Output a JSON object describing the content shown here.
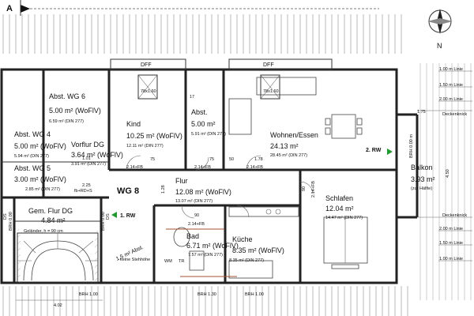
{
  "section_marker": "A",
  "north_label": "N",
  "unit_label": "WG 8",
  "dff_labels": [
    "DFF",
    "DFF"
  ],
  "roof_windows": [
    "78x1.60",
    "78x1.60"
  ],
  "rooms": [
    {
      "id": "abst-wg6",
      "name": "Abst. WG 6",
      "area": "5.00 m² (WoFlV)",
      "din": "6.59 m² (DIN 277)"
    },
    {
      "id": "kind",
      "name": "Kind",
      "area": "10.25 m² (WoFlV)",
      "din": "12.11 m² (DIN 277)"
    },
    {
      "id": "abst",
      "name": "Abst.",
      "area": "5.00 m²",
      "din": "5.91 m² (DIN 277)"
    },
    {
      "id": "wohnen",
      "name": "Wohnen/Essen",
      "area": "24.13 m²",
      "din": "28.45 m² (DIN 277)"
    },
    {
      "id": "abst-wg4",
      "name": "Abst. WG 4",
      "area": "5.00 m² (WoFlV)",
      "din": "5.94 m² (DIN 277)"
    },
    {
      "id": "vorflur",
      "name": "Vorflur DG",
      "area": "3.64 m² (WoFlV)",
      "din": "3.91 m² (DIN 277)"
    },
    {
      "id": "abst-wg5",
      "name": "Abst. WG 5",
      "area": "3.00 m² (WoFlV)",
      "din": "2.85 m² (DIN 277)"
    },
    {
      "id": "flur",
      "name": "Flur",
      "area": "12.08 m² (WoFlV)",
      "din": "13.07 m² (DIN 277)"
    },
    {
      "id": "schlafen",
      "name": "Schlafen",
      "area": "12.04 m²",
      "din": "14.47 m² (DIN 277)"
    },
    {
      "id": "balkon",
      "name": "Balkon",
      "area": "3.93 m²",
      "din": "(zur Hälfte)"
    },
    {
      "id": "gem-flur",
      "name": "Gem. Flur DG",
      "area": "4.84 m²",
      "din": ""
    },
    {
      "id": "bad",
      "name": "Bad",
      "area": "6.71 m² (WoFlV)",
      "din": "7.57 m² (DIN 277)"
    },
    {
      "id": "kueche",
      "name": "Küche",
      "area": "8.35 m² (WoFlV)",
      "din": "8.35 m² (DIN 277)"
    }
  ],
  "rw_labels": [
    "2. RW",
    "1. RW"
  ],
  "side_labels": {
    "linien": [
      "1.00 m Linie",
      "1.50 m Linie",
      "2.00 m Linie",
      "2.00 m Linie",
      "1.50 m Linie",
      "1.00 m Linie"
    ],
    "deckenknick": "Deckenknick",
    "brh": "BRH 0.00 m"
  },
  "notes": {
    "gelaender": "Geländer, h = 90 cm",
    "abst_small": "1.5 m² Abst.",
    "keine": "keine Stehhöhe",
    "vf_code": "fb+RD+S",
    "wm": "WM",
    "tr": "TR",
    "ds": "DS"
  },
  "dimensions": {
    "balkon_width": "4.50",
    "stair_width": "4.02",
    "top_dim": "1.75",
    "d_17": "17",
    "d_75a": "75",
    "d_75b": "75",
    "d_50": "50",
    "d_178": "1.78",
    "d_101": "1.01",
    "d_225": "2.25",
    "d_214a": "2.14+FB",
    "d_214b": "2.14+FB",
    "d_214c": "2.14+FB",
    "d_214d": "2.14+FB",
    "d_214e": "2.14+FB",
    "d_90a": "90",
    "d_90b": "90",
    "d_128": "1.28",
    "brh_bottom": [
      "BRH 1.00",
      "BRH 1.30",
      "BRH 1.00"
    ],
    "brh_door": [
      "BRH 0.00",
      "BRH 0.00"
    ]
  }
}
